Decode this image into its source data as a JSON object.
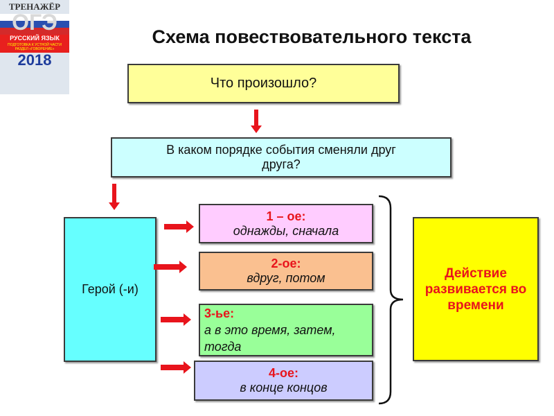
{
  "cover": {
    "line1": "ТРЕНАЖЁР",
    "line2": "ОГЭ",
    "line3": "РУССКИЙ ЯЗЫК",
    "line4": "ПОДГОТОВКА К УСТНОЙ ЧАСТИ",
    "line5": "РАЗДЕЛ «ГОВОРЕНИЕ»",
    "year": "2018"
  },
  "title": "Схема повествовательного текста",
  "q1": "Что произошло?",
  "q2": "В каком порядке события сменяли друг друга?",
  "hero": "Герой (-и)",
  "steps": [
    {
      "label": "1 – ое:",
      "text": "однажды, сначала"
    },
    {
      "label": "2-ое:",
      "text": "вдруг, потом"
    },
    {
      "label": "3-ье:",
      "text": "а в это время, затем, тогда"
    },
    {
      "label": "4-ое:",
      "text": "в конце концов"
    }
  ],
  "result": "Действие развивается во времени",
  "colors": {
    "q1": "#ffff99",
    "q2": "#ccffff",
    "hero": "#66ffff",
    "s1": "#ffccff",
    "s2": "#fac090",
    "s3": "#99ff99",
    "s4": "#ccccff",
    "result": "#ffff00",
    "accent": "#e8141c"
  }
}
